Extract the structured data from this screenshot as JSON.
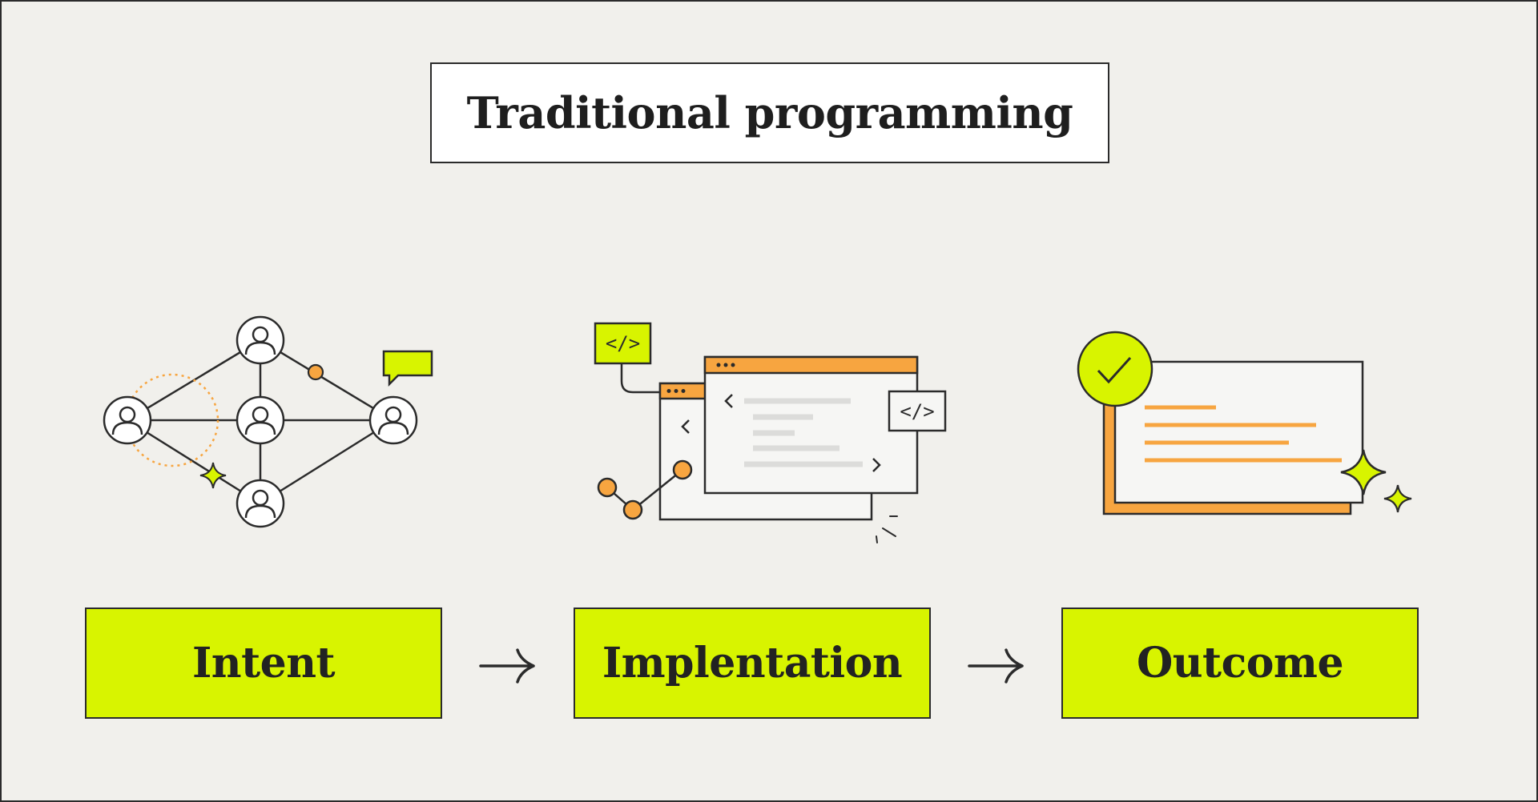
{
  "title": "Traditional programming",
  "steps": [
    {
      "label": "Intent"
    },
    {
      "label": "Implentation"
    },
    {
      "label": "Outcome"
    }
  ],
  "icons": {
    "step_1": "user-network-icon",
    "step_2": "code-window-icon",
    "step_3": "check-document-icon",
    "connector": "arrow-right-icon"
  },
  "colors": {
    "background": "#f1f0ec",
    "accent_lime": "#d8f400",
    "accent_orange": "#f7a540",
    "ink": "#2b2b2b"
  }
}
